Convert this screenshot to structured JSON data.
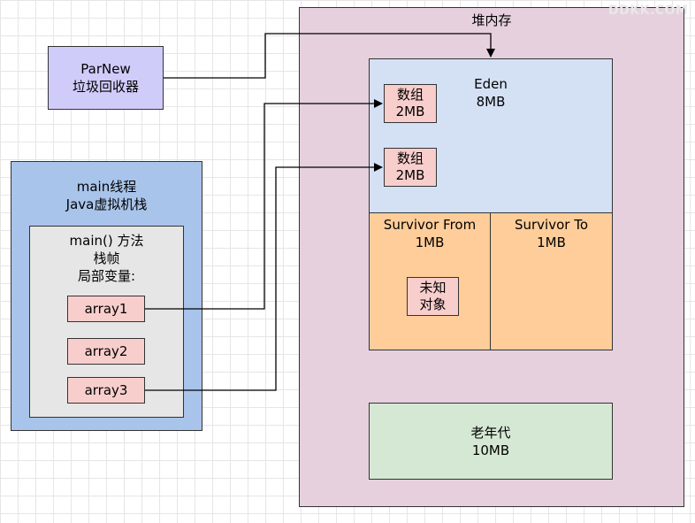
{
  "watermark": "DDKK.COM",
  "heap": {
    "title": "堆内存"
  },
  "parnew": {
    "line1": "ParNew",
    "line2": "垃圾回收器"
  },
  "thread": {
    "line1": "main线程",
    "line2": "Java虚拟机栈",
    "frame": {
      "line1": "main() 方法",
      "line2": "栈帧",
      "line3": "局部变量:",
      "vars": [
        "array1",
        "array2",
        "array3"
      ]
    }
  },
  "eden": {
    "name": "Eden",
    "size": "8MB",
    "arrays": [
      {
        "name": "数组",
        "size": "2MB"
      },
      {
        "name": "数组",
        "size": "2MB"
      }
    ]
  },
  "survivor_from": {
    "name": "Survivor From",
    "size": "1MB",
    "object": {
      "line1": "未知",
      "line2": "对象"
    }
  },
  "survivor_to": {
    "name": "Survivor To",
    "size": "1MB"
  },
  "old_gen": {
    "name": "老年代",
    "size": "10MB"
  }
}
